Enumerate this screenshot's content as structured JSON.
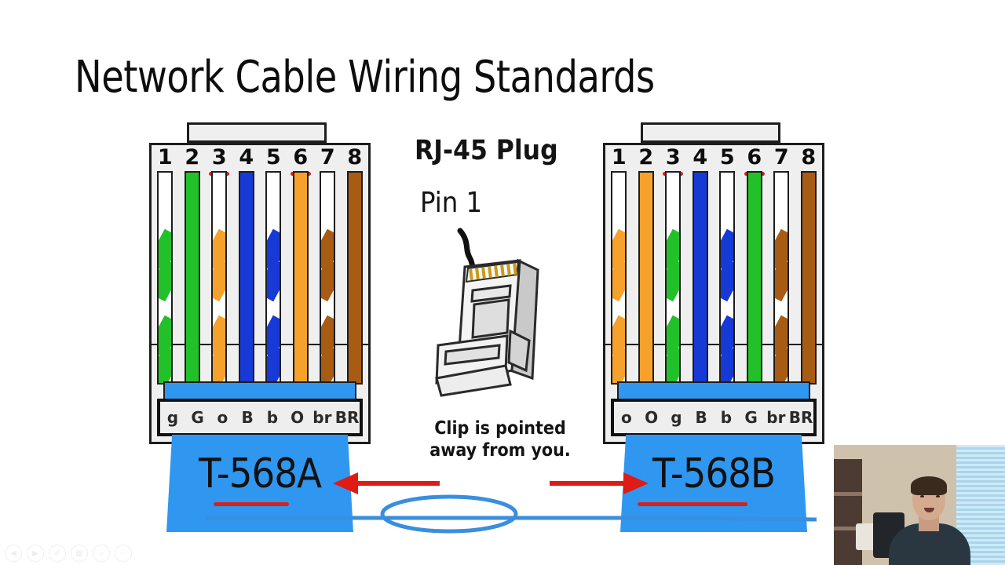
{
  "slide": {
    "title": "Network Cable Wiring Standards",
    "background": "#ffffff"
  },
  "center": {
    "rj45_title": "RJ-45 Plug",
    "pin1_label": "Pin 1",
    "clip_note_line1": "Clip is pointed",
    "clip_note_line2": "away from you.",
    "plug_icon": "rj45-plug-illustration",
    "arrow_icon": "curved-arrow-icon"
  },
  "colors": {
    "green": "#22c12a",
    "orange": "#f5a12c",
    "blue": "#1739d6",
    "brown": "#a85c13",
    "white": "#ffffff",
    "boot_blue": "#2f97f0",
    "red_mark": "#d3231f",
    "cable_blue": "#3a8ede",
    "outline": "#1d1d1d"
  },
  "connectors": [
    {
      "standard": "T-568A",
      "pins": [
        {
          "number": "1",
          "marked": false,
          "color": "#22c12a",
          "striped": true,
          "label": "g"
        },
        {
          "number": "2",
          "marked": false,
          "color": "#22c12a",
          "striped": false,
          "label": "G"
        },
        {
          "number": "3",
          "marked": true,
          "color": "#f5a12c",
          "striped": true,
          "label": "o"
        },
        {
          "number": "4",
          "marked": false,
          "color": "#1739d6",
          "striped": false,
          "label": "B"
        },
        {
          "number": "5",
          "marked": false,
          "color": "#1739d6",
          "striped": true,
          "label": "b"
        },
        {
          "number": "6",
          "marked": true,
          "color": "#f5a12c",
          "striped": false,
          "label": "O"
        },
        {
          "number": "7",
          "marked": false,
          "color": "#a85c13",
          "striped": true,
          "label": "br"
        },
        {
          "number": "8",
          "marked": false,
          "color": "#a85c13",
          "striped": false,
          "label": "BR"
        }
      ]
    },
    {
      "standard": "T-568B",
      "pins": [
        {
          "number": "1",
          "marked": false,
          "color": "#f5a12c",
          "striped": true,
          "label": "o"
        },
        {
          "number": "2",
          "marked": false,
          "color": "#f5a12c",
          "striped": false,
          "label": "O"
        },
        {
          "number": "3",
          "marked": true,
          "color": "#22c12a",
          "striped": true,
          "label": "g"
        },
        {
          "number": "4",
          "marked": false,
          "color": "#1739d6",
          "striped": false,
          "label": "B"
        },
        {
          "number": "5",
          "marked": false,
          "color": "#1739d6",
          "striped": true,
          "label": "b"
        },
        {
          "number": "6",
          "marked": true,
          "color": "#22c12a",
          "striped": false,
          "label": "G"
        },
        {
          "number": "7",
          "marked": false,
          "color": "#a85c13",
          "striped": true,
          "label": "br"
        },
        {
          "number": "8",
          "marked": false,
          "color": "#a85c13",
          "striped": false,
          "label": "BR"
        }
      ]
    }
  ],
  "annotations": {
    "left_arrow_icon": "red-arrow-pointing-left",
    "right_arrow_icon": "red-arrow-pointing-right",
    "cable_icon": "blue-network-cable-loop"
  },
  "toolbar": {
    "items": [
      {
        "name": "previous-slide-button",
        "glyph": "◀"
      },
      {
        "name": "next-slide-button",
        "glyph": "▶"
      },
      {
        "name": "pen-tool-button",
        "glyph": "✐"
      },
      {
        "name": "slide-navigation-button",
        "glyph": "▦"
      },
      {
        "name": "zoom-button",
        "glyph": "⌕"
      },
      {
        "name": "more-options-button",
        "glyph": "⋯"
      }
    ]
  },
  "webcam": {
    "label": "presenter-webcam-overlay"
  }
}
